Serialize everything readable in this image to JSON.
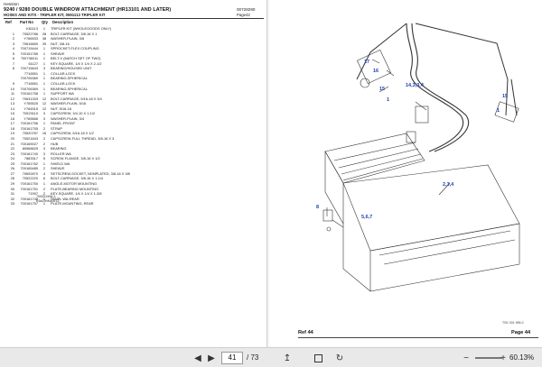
{
  "header": {
    "brand": "Hesston",
    "title": "9240 / 9280 DOUBLE WINDROW ATTACHMENT (HR13101 AND LATER)",
    "doc_number": "00728280",
    "subtitle": "HOSES AND KITS - TRIPLER KIT, 0591113 TRIPLER KIT",
    "page": "Page42"
  },
  "columns": {
    "ref": "Ref",
    "part": "Part No",
    "qty": "Qty",
    "desc": "Description"
  },
  "parts": [
    {
      "ref": "",
      "num": "K61113",
      "qty": "1",
      "desc": "TRIPLER KIT (WHOLEGOODS ONLY)"
    },
    {
      "ref": "1",
      "num": "70522786",
      "qty": "28",
      "desc": "BOLT-CARRIAGE, 3/8-16 X 1"
    },
    {
      "ref": "2",
      "num": "Y766533",
      "qty": "38",
      "desc": "WASHER-PLAIN, 3/8"
    },
    {
      "ref": "3",
      "num": "70616650",
      "qty": "39",
      "desc": "NUT, 3/8-16"
    },
    {
      "ref": "4",
      "num": "700715444",
      "qty": "1",
      "desc": "SPROCKET-FLEX COUPLING"
    },
    {
      "ref": "5",
      "num": "700151785",
      "qty": "1",
      "desc": "SHEAVE"
    },
    {
      "ref": "6",
      "num": "700736011",
      "qty": "1",
      "desc": "BELT-V (MATCH SET OF TWO)"
    },
    {
      "ref": "7",
      "num": "61127",
      "qty": "1",
      "desc": "KEY-SQUARE, 1/4 X 1/4 X 2-1/2"
    },
    {
      "ref": "8",
      "num": "700715643",
      "qty": "3",
      "desc": "BEARING/HOUSED UNIT"
    },
    {
      "ref": "",
      "num": "7716551",
      "qty": "1",
      "desc": "COLLAR-LOCK"
    },
    {
      "ref": "",
      "num": "700706369",
      "qty": "1",
      "desc": "BEARING-SPHERICAL"
    },
    {
      "ref": "9",
      "num": "7716551",
      "qty": "1",
      "desc": "COLLAR-LOCK"
    },
    {
      "ref": "10",
      "num": "700706369",
      "qty": "1",
      "desc": "BEARING-SPHERICAL"
    },
    {
      "ref": "11",
      "num": "700161758",
      "qty": "1",
      "desc": "SUPPORT WA"
    },
    {
      "ref": "12",
      "num": "70631333",
      "qty": "12",
      "desc": "BOLT-CARRIAGE, 5/16-18 X 3/4"
    },
    {
      "ref": "13",
      "num": "Y765525",
      "qty": "12",
      "desc": "WASHER-PLAIN, 5/16"
    },
    {
      "ref": "14",
      "num": "Y764515",
      "qty": "12",
      "desc": "NUT, 5/16-18"
    },
    {
      "ref": "15",
      "num": "70523110",
      "qty": "3",
      "desc": "CAPSCREW, 3/4-10 X 1-1/2"
    },
    {
      "ref": "16",
      "num": "Y765666",
      "qty": "3",
      "desc": "WASHER-PLAIN, 3/4"
    },
    {
      "ref": "17",
      "num": "700161756",
      "qty": "1",
      "desc": "PANEL-FRONT"
    },
    {
      "ref": "18",
      "num": "700161755",
      "qty": "2",
      "desc": "STRAP"
    },
    {
      "ref": "19",
      "num": "70520787",
      "qty": "16",
      "desc": "CAPSCREW, 5/16-18 X 1/2"
    },
    {
      "ref": "20",
      "num": "70521643",
      "qty": "2",
      "desc": "CAPSCREW-FULL THREAD, 3/8-16 X 3"
    },
    {
      "ref": "21",
      "num": "700169027",
      "qty": "2",
      "desc": "HUB"
    },
    {
      "ref": "22",
      "num": "80568625",
      "qty": "3",
      "desc": "BEARING"
    },
    {
      "ref": "23",
      "num": "700161740",
      "qty": "3",
      "desc": "ROLLER WA"
    },
    {
      "ref": "24",
      "num": "7883317",
      "qty": "5",
      "desc": "SCREW-FLANGE, 3/8-16 X 1/2"
    },
    {
      "ref": "25",
      "num": "700161762",
      "qty": "1",
      "desc": "SHIELD WA"
    },
    {
      "ref": "26",
      "num": "700165485",
      "qty": "2",
      "desc": "SHEAVE"
    },
    {
      "ref": "27",
      "num": "70692870",
      "qty": "4",
      "desc": "SETSCREW-SOCKET, NONPLATED, 3/8-16 X 3/8"
    },
    {
      "ref": "28",
      "num": "70522220",
      "qty": "6",
      "desc": "BOLT-CARRIAGE, 3/8-16 X 1-1/4"
    },
    {
      "ref": "29",
      "num": "700161750",
      "qty": "1",
      "desc": "ANGLE-MOTOR MOUNTING"
    },
    {
      "ref": "30",
      "num": "700161751",
      "qty": "2",
      "desc": "PLATE-BEARING MOUNTING"
    },
    {
      "ref": "31",
      "num": "71597",
      "qty": "2",
      "desc": "KEY-SQUARE, 1/4 X 1/4 X 1-3/8"
    },
    {
      "ref": "32",
      "num": "700161748",
      "qty": "1",
      "desc": "PANEL WA-REAR"
    },
    {
      "ref": "33",
      "num": "700161757",
      "qty": "1",
      "desc": "PLATE-MOUNTING, REAR"
    }
  ],
  "footnote": {
    "line1": "700051968-1",
    "line2": "K6a29hKa0613"
  },
  "diagram": {
    "callouts": [
      "17",
      "16",
      "15",
      "1",
      "14,3,3,4",
      "15",
      "1",
      "2,3,4",
      "8",
      "5,6,7"
    ],
    "fig_code": "TSK 001 998-0"
  },
  "footer": {
    "ref": "Ref 44",
    "page": "Page 44"
  },
  "toolbar": {
    "current_page": "41",
    "total_pages": "/ 73",
    "zoom": "60.13%"
  }
}
